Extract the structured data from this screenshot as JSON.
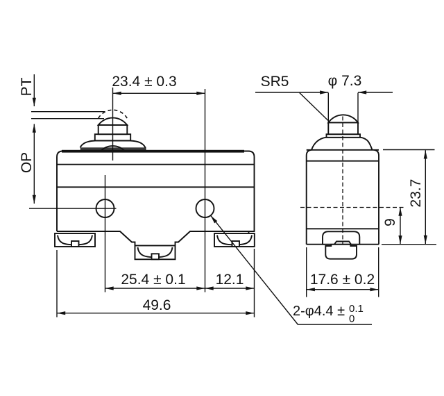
{
  "drawing": {
    "front_view": {
      "pretravel_label": "PT",
      "operating_position_label": "OP",
      "dim_plunger_to_hole": "23.4 ± 0.3",
      "dim_hole_spacing": "25.4 ± 0.1",
      "dim_hole_to_edge": "12.1",
      "dim_overall_width": "49.6",
      "mounting_holes_note": {
        "prefix": "2-φ4.4 ±",
        "tolerance_upper": "0.1",
        "tolerance_lower": "0"
      }
    },
    "side_view": {
      "plunger_radius": "SR5",
      "plunger_diameter": "φ 7.3",
      "dim_body_height": "23.7",
      "dim_hole_center_to_bottom": "9",
      "dim_overall_depth": "17.6 ± 0.2"
    },
    "colors": {
      "line": "#111111",
      "background": "#ffffff",
      "flange_fill": "#3a3a3a"
    }
  }
}
